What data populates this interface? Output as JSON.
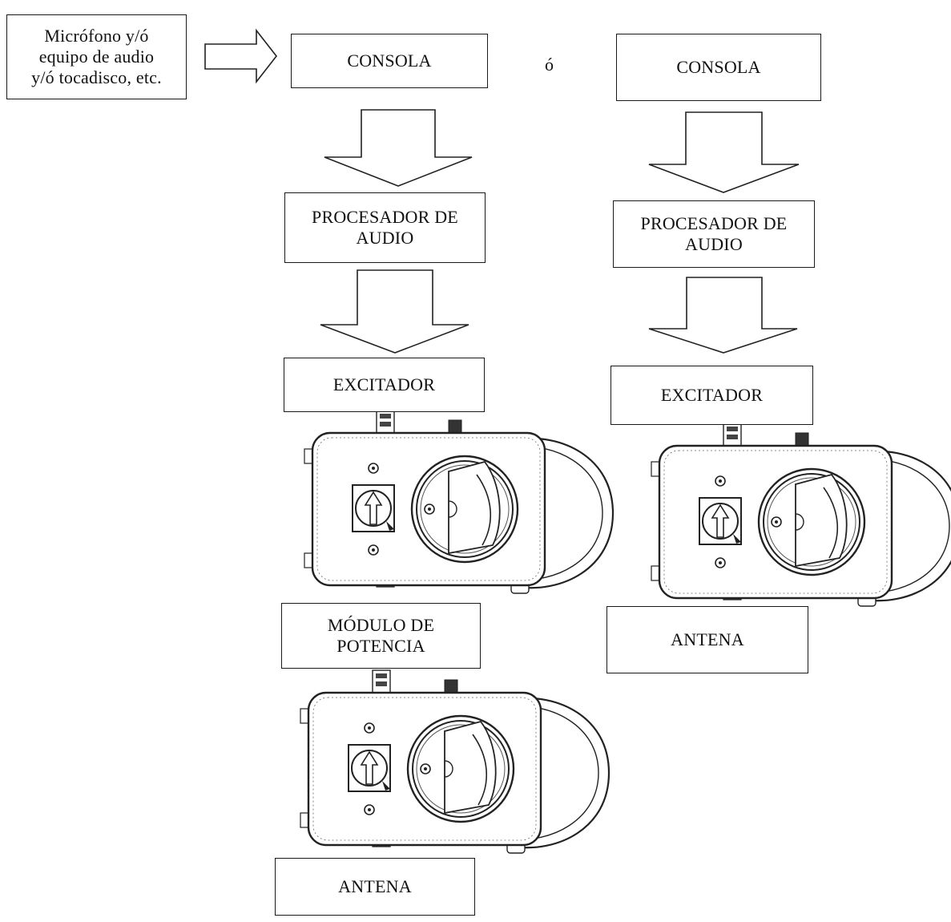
{
  "left_column": {
    "source_box": "Micrófono y/ó\nequipo de audio\ny/ó  tocadisco, etc.",
    "console_box": "CONSOLA",
    "processor_box": "PROCESADOR DE\nAUDIO",
    "exciter_box": "EXCITADOR",
    "power_module_box": "MÓDULO DE\nPOTENCIA",
    "antenna_box": "ANTENA"
  },
  "separator": "ó",
  "right_column": {
    "console_box": "CONSOLA",
    "processor_box": "PROCESADOR DE\nAUDIO",
    "exciter_box": "EXCITADOR",
    "antenna_box": "ANTENA"
  },
  "icons": [
    "arrow-right-icon",
    "arrow-down-icon",
    "rf-wattmeter-device-icon"
  ]
}
